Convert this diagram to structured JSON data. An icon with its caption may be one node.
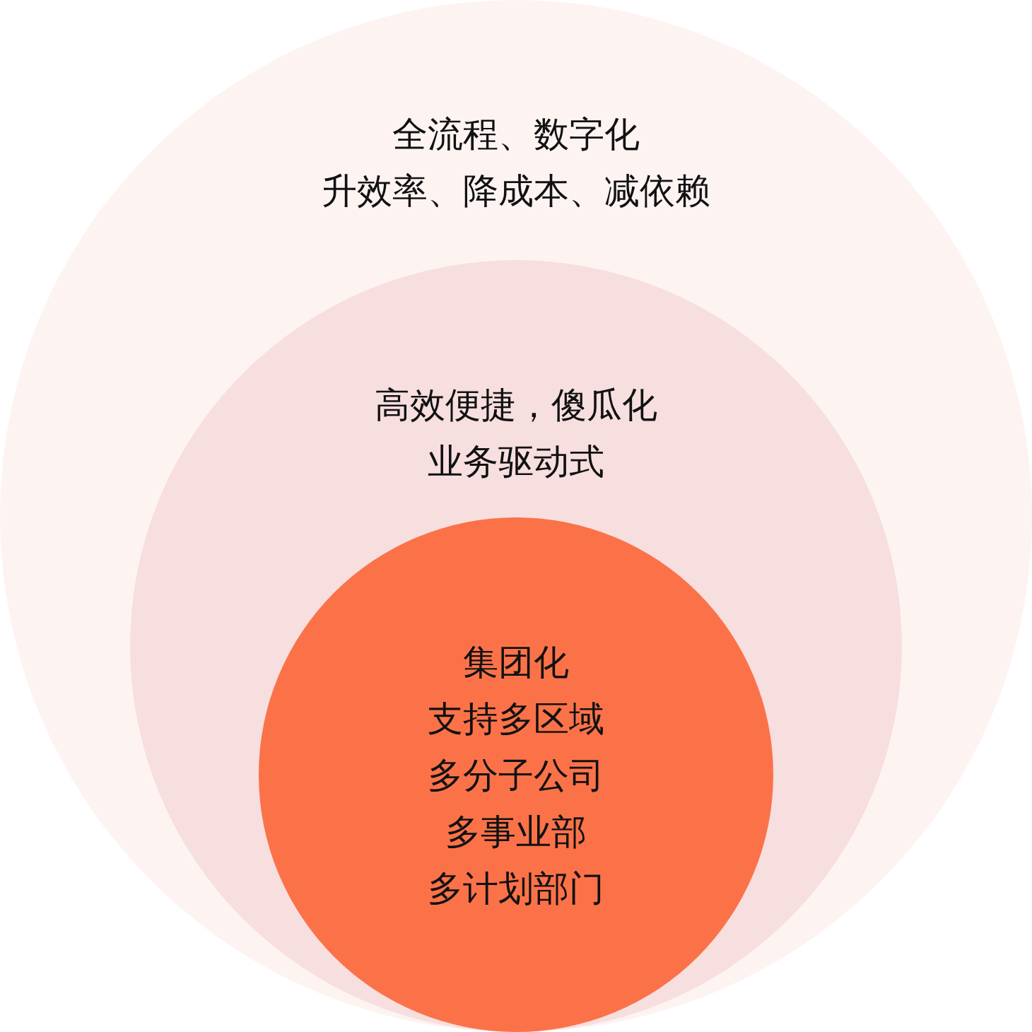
{
  "diagram": {
    "nodes": [
      {
        "text": [
          "全流程、数字化",
          "升效率、降成本、减依赖"
        ]
      },
      {
        "text": [
          "高效便捷，傻瓜化",
          "业务驱动式"
        ],
        "in": 0
      },
      {
        "text": [
          "集团化",
          "支持多区域",
          "多分子公司",
          "多事业部",
          "多计划部门"
        ],
        "in": 1
      }
    ]
  }
}
